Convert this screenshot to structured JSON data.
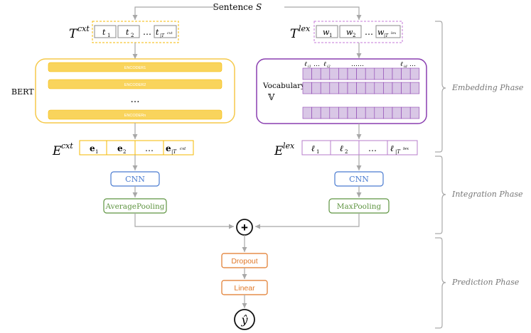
{
  "input": {
    "label": "Sentence",
    "symbol": "S"
  },
  "context_branch": {
    "tokens_label": "T",
    "tokens_sup": "cxt",
    "tokens": [
      "t",
      "t",
      "t"
    ],
    "token_subs": [
      "1",
      "2",
      "|T"
    ],
    "token_sub_sup": "cxt",
    "ellipsis": "…",
    "bert_label": "BERT",
    "encoders": [
      "ENCODER1",
      "ENCODER2",
      "ENCODERn"
    ],
    "encoder_ellipsis": "…",
    "embeddings_label": "E",
    "embeddings_sup": "cxt",
    "embeddings": [
      "e",
      "e",
      "e"
    ],
    "embedding_subs": [
      "1",
      "2",
      "|T"
    ],
    "embedding_sub_sup": "cxt",
    "cnn": "CNN",
    "pooling": "AveragePooling"
  },
  "lexicon_branch": {
    "tokens_label": "T",
    "tokens_sup": "lex",
    "tokens": [
      "w",
      "w",
      "w"
    ],
    "token_subs": [
      "1",
      "2",
      "|T"
    ],
    "token_sub_sup": "lex",
    "ellipsis": "…",
    "vocab_label": "Vocabulary",
    "vocab_symbol": "𝕍",
    "vocab_index_labels": [
      "ℓ",
      "ℓ",
      "ℓ"
    ],
    "vocab_index_subs": [
      "i1",
      "i2",
      "id"
    ],
    "vocab_ellipsis_short": "…",
    "vocab_ellipsis_long": "……",
    "embeddings_label": "E",
    "embeddings_sup": "lex",
    "embeddings": [
      "ℓ",
      "ℓ",
      "ℓ"
    ],
    "embedding_subs": [
      "1",
      "2",
      "|T"
    ],
    "embedding_sub_sup": "lex",
    "cnn": "CNN",
    "pooling": "MaxPooling"
  },
  "merge_symbol": "+",
  "prediction": {
    "dropout": "Dropout",
    "linear": "Linear",
    "output": "ŷ"
  },
  "phases": [
    "Embedding Phase",
    "Integration Phase",
    "Prediction Phase"
  ],
  "colors": {
    "context": "#f5b800",
    "context_fill": "#f9d45c",
    "lexicon": "#8a3fb0",
    "lexicon_fill": "#d9c7e6",
    "cnn": "#4a7bd0",
    "pooling": "#5e9440",
    "prediction": "#e07828",
    "arrow": "#a8a8a8"
  }
}
